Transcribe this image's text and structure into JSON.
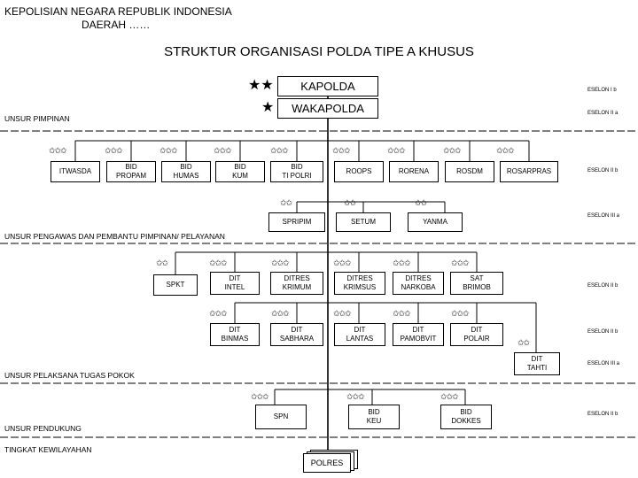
{
  "header": {
    "line1": "KEPOLISIAN NEGARA REPUBLIK INDONESIA",
    "line2": "DAERAH ……",
    "title": "STRUKTUR ORGANISASI POLDA TIPE A KHUSUS"
  },
  "sections": {
    "pimpinan": "UNSUR PIMPINAN",
    "pengawas": "UNSUR PENGAWAS DAN PEMBANTU PIMPINAN/ PELAYANAN",
    "pelaksana": "UNSUR PELAKSANA TUGAS POKOK",
    "pendukung": "UNSUR PENDUKUNG",
    "kewilayahan": "TINGKAT KEWILAYAHAN"
  },
  "eselon": {
    "e1": "ESELON I b",
    "e2": "ESELON II a",
    "e3": "ESELON II b",
    "e4": "ESELON III a",
    "e5": "ESELON II b",
    "e6": "ESELON II b",
    "e7": "ESELON III a",
    "e8": "ESELON II b"
  },
  "boxes": {
    "kapolda": "KAPOLDA",
    "wakapolda": "WAKAPOLDA",
    "itwasda": "ITWASDA",
    "bidpropam": "BID\nPROPAM",
    "bidhumas": "BID\nHUMAS",
    "bidkum": "BID\nKUM",
    "bidtipolri": "BID\nTI POLRI",
    "roops": "ROOPS",
    "rorena": "RORENA",
    "rosdm": "ROSDM",
    "rosarpras": "ROSARPRAS",
    "spripim": "SPRIPIM",
    "setum": "SETUM",
    "yanma": "YANMA",
    "spkt": "SPKT",
    "ditintel": "DIT\nINTEL",
    "ditreskrimum": "DITRES\nKRIMUM",
    "ditreskrimsus": "DITRES\nKRIMSUS",
    "ditresnarkoba": "DITRES\nNARKOBA",
    "satbrimob": "SAT\nBRIMOB",
    "ditbinmas": "DIT\nBINMAS",
    "ditsabhara": "DIT\nSABHARA",
    "ditlantas": "DIT\nLANTAS",
    "ditpamobvit": "DIT\nPAMOBVIT",
    "ditpolair": "DIT\nPOLAIR",
    "dittahti": "DIT\nTAHTI",
    "spn": "SPN",
    "bidkeu": "BID\nKEU",
    "biddokkes": "BID\nDOKKES",
    "polres": "POLRES"
  },
  "icons": {
    "filled_star": "black-star",
    "outline_star": "outline-star"
  }
}
